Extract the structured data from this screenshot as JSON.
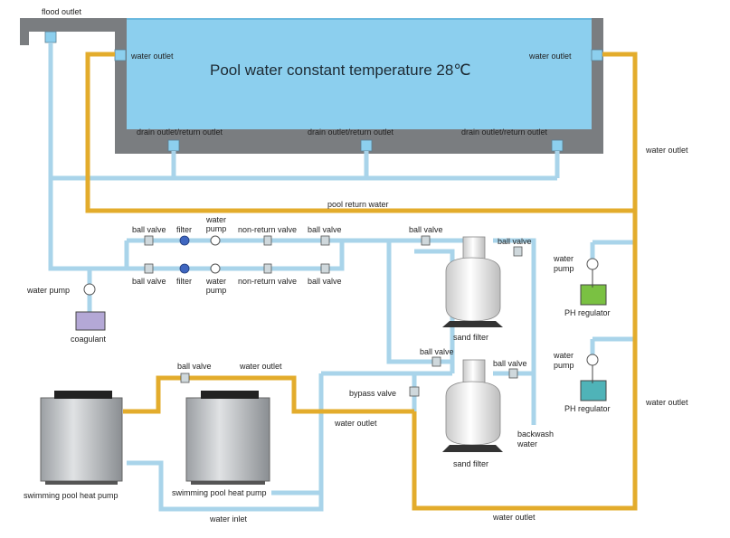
{
  "pool": {
    "title": "Pool water constant temperature 28℃",
    "flood_outlet": "flood outlet",
    "water_outlet_left": "water outlet",
    "water_outlet_right": "water outlet",
    "drain_left": "drain outlet/return outlet",
    "drain_mid": "drain outlet/return outlet",
    "drain_right": "drain outlet/return outlet"
  },
  "pipes": {
    "pool_return_water": "pool return water",
    "water_outlet_right_upper": "water outlet",
    "water_outlet_right_lower": "water outlet",
    "water_outlet_bottom": "water outlet",
    "water_outlet_heatpump_top": "water outlet",
    "water_outlet_heatpump_mid": "water outlet",
    "water_inlet": "water inlet"
  },
  "filtration_upper": {
    "ball_valve_1": "ball valve",
    "filter": "filter",
    "water_pump_line1": "water",
    "water_pump_line2": "pump",
    "non_return_valve": "non-return valve",
    "ball_valve_2": "ball valve"
  },
  "filtration_lower": {
    "ball_valve_1": "ball valve",
    "filter": "filter",
    "water_pump_line1": "water",
    "water_pump_line2": "pump",
    "non_return_valve": "non-return valve",
    "ball_valve_2": "ball valve"
  },
  "coagulant_unit": {
    "water_pump": "water pump",
    "coagulant": "coagulant"
  },
  "sand_filter_top": {
    "label": "sand filter",
    "ball_valve_left": "ball valve",
    "ball_valve_right": "ball valve"
  },
  "sand_filter_bottom": {
    "label": "sand filter",
    "ball_valve_left": "ball valve",
    "ball_valve_right": "ball valve",
    "bypass_valve": "bypass valve",
    "backwash_line1": "backwash",
    "backwash_line2": "water"
  },
  "ph_top": {
    "pump_line1": "water",
    "pump_line2": "pump",
    "label": "PH regulator",
    "liquid_color": "#7ac142"
  },
  "ph_bottom": {
    "pump_line1": "water",
    "pump_line2": "pump",
    "label": "PH regulator",
    "liquid_color": "#4fb3b8"
  },
  "heat_pumps": {
    "left_label": "swimming pool heat pump",
    "right_label": "swimming pool heat pump",
    "ball_valve": "ball valve"
  },
  "colors": {
    "pool_water": "#8ccfee",
    "pool_wall": "#7a7d80",
    "blue_pipe": "#a9d4ea",
    "yellow_pipe": "#e3ac2c",
    "coagulant_liquid": "#b4a8d6"
  }
}
